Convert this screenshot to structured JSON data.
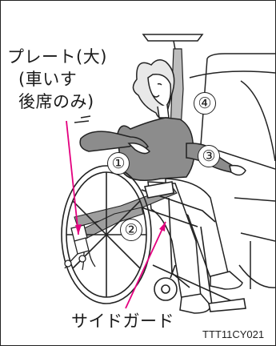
{
  "labels": {
    "plate_line1": "プレート(大)",
    "plate_line2": "(車いす",
    "plate_line3": "後席のみ)",
    "side_guard": "サイドガード",
    "figure_code": "TTT11CY021"
  },
  "callouts": [
    "①",
    "②",
    "③",
    "④"
  ],
  "colors": {
    "accent": "#e4007f",
    "line": "#222222",
    "belt": "#8a8a8a"
  }
}
